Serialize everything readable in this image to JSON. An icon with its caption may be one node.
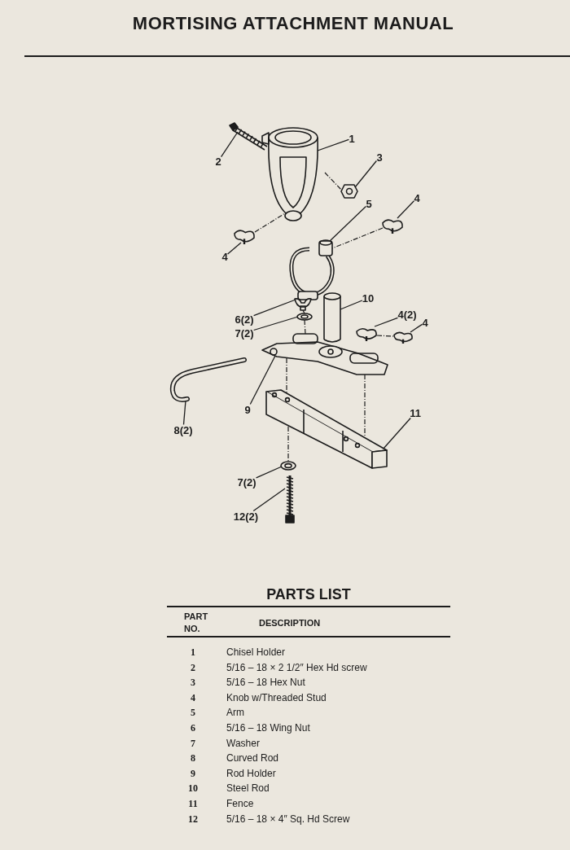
{
  "diagram": {
    "title": "MORTISING ATTACHMENT MANUAL",
    "nodes": [
      {
        "text": [
          "1"
        ]
      },
      {
        "text": [
          "2"
        ]
      },
      {
        "text": [
          "3"
        ]
      },
      {
        "text": [
          "5"
        ]
      },
      {
        "text": [
          "4"
        ]
      },
      {
        "text": [
          "4"
        ]
      },
      {
        "text": [
          "6(2)"
        ]
      },
      {
        "text": [
          "7(2)"
        ]
      },
      {
        "text": [
          "10"
        ]
      },
      {
        "text": [
          "4(2)"
        ]
      },
      {
        "text": [
          "4"
        ]
      },
      {
        "text": [
          "9"
        ]
      },
      {
        "text": [
          "8(2)"
        ]
      },
      {
        "text": [
          "11"
        ]
      },
      {
        "text": [
          "7(2)"
        ]
      },
      {
        "text": [
          "12(2)"
        ]
      },
      {
        "text": [],
        "shape": "picture"
      },
      {
        "text": [],
        "shape": "picture"
      },
      {
        "text": [],
        "shape": "picture"
      },
      {
        "text": [],
        "shape": "picture"
      },
      {
        "text": [],
        "shape": "picture"
      },
      {
        "text": [],
        "shape": "picture"
      },
      {
        "text": [],
        "shape": "picture"
      },
      {
        "text": [],
        "shape": "picture"
      },
      {
        "text": [],
        "shape": "picture"
      },
      {
        "text": [],
        "shape": "picture"
      },
      {
        "text": [],
        "shape": "picture"
      },
      {
        "text": [],
        "shape": "picture"
      },
      {
        "text": [],
        "shape": "picture"
      },
      {
        "text": [],
        "shape": "picture"
      },
      {
        "text": [],
        "shape": "picture"
      },
      {
        "text": [],
        "shape": "picture"
      }
    ],
    "edges": [
      {
        "from": 0,
        "to": 16,
        "arrow": "none"
      },
      {
        "from": 1,
        "to": 17,
        "arrow": "none"
      },
      {
        "from": 2,
        "to": 18,
        "arrow": "none"
      },
      {
        "from": 3,
        "to": 19,
        "arrow": "none"
      },
      {
        "from": 4,
        "to": 20,
        "arrow": "none"
      },
      {
        "from": 5,
        "to": 21,
        "arrow": "none"
      },
      {
        "from": 6,
        "to": 22,
        "arrow": "none"
      },
      {
        "from": 7,
        "to": 23,
        "arrow": "none"
      },
      {
        "from": 8,
        "to": 24,
        "arrow": "none"
      },
      {
        "from": 9,
        "to": 25,
        "arrow": "none"
      },
      {
        "from": 10,
        "to": 26,
        "arrow": "none"
      },
      {
        "from": 11,
        "to": 27,
        "arrow": "none"
      },
      {
        "from": 12,
        "to": 28,
        "arrow": "none"
      },
      {
        "from": 13,
        "to": 29,
        "arrow": "none"
      },
      {
        "from": 14,
        "to": 30,
        "arrow": "none"
      },
      {
        "from": 15,
        "to": 31,
        "arrow": "none"
      },
      {
        "from": 16,
        "to": 18,
        "arrow": "none",
        "style": "dashed"
      },
      {
        "from": 21,
        "to": 16,
        "arrow": "none",
        "style": "dashed"
      },
      {
        "from": 20,
        "to": 19,
        "arrow": "none",
        "style": "dashed"
      },
      {
        "from": 22,
        "to": 23,
        "arrow": "none",
        "style": "dashed"
      },
      {
        "from": 23,
        "to": 27,
        "arrow": "none",
        "style": "dashed"
      },
      {
        "from": 25,
        "to": 26,
        "arrow": "none",
        "style": "dashed"
      },
      {
        "from": 27,
        "to": 29,
        "arrow": "none",
        "style": "dashed"
      },
      {
        "from": 27,
        "to": 29,
        "arrow": "none",
        "style": "dashed"
      },
      {
        "from": 29,
        "to": 30,
        "arrow": "none",
        "style": "dashed"
      }
    ],
    "labels": [
      "PARTS LIST",
      "PART NO.",
      "DESCRIPTION",
      "1",
      "Chisel Holder",
      "2",
      "5/16 – 18 × 2 1/2″ Hex Hd screw",
      "3",
      "5/16 – 18 Hex Nut",
      "4",
      "Knob w/Threaded Stud",
      "5",
      "Arm",
      "6",
      "5/16 – 18 Wing Nut",
      "7",
      "Washer",
      "8",
      "Curved Rod",
      "9",
      "Rod Holder",
      "10",
      "Steel Rod",
      "11",
      "Fence",
      "12",
      "5/16 – 18 × 4″ Sq. Hd Screw"
    ]
  }
}
